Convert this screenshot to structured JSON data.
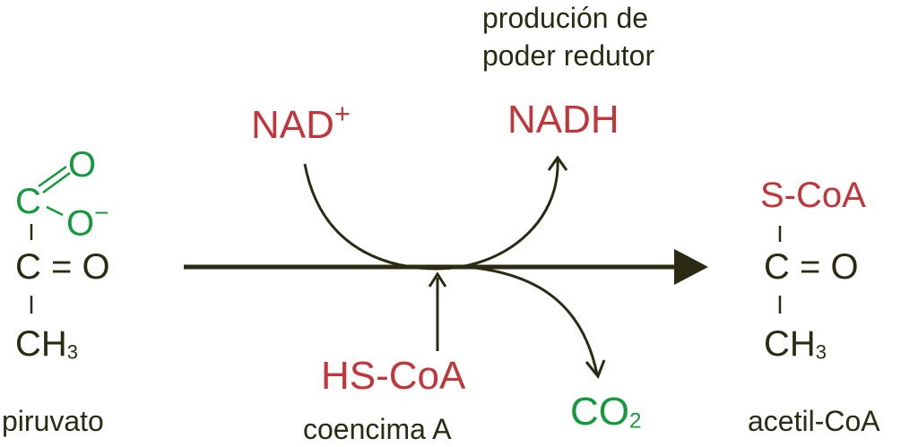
{
  "top_note_line1": "produción de",
  "top_note_line2": "poder redutor",
  "nad": "NAD",
  "nad_charge": "+",
  "nadh": "NADH",
  "hs_coa": "HS-CoA",
  "coenzyme_label": "coencima A",
  "co2": "CO",
  "co2_sub": "2",
  "pyruvate": {
    "o_top": "O",
    "c_carboxyl": "C",
    "o_minus": "O",
    "minus": "−",
    "carbonyl": "C = O",
    "ch": "CH",
    "sub3": "3",
    "name": "piruvato"
  },
  "acetyl": {
    "scoa": "S-CoA",
    "carbonyl": "C = O",
    "ch": "CH",
    "sub3": "3",
    "name": "acetil-CoA"
  },
  "colors": {
    "dark": "#2b2b14",
    "red": "#c0363b",
    "green": "#149a3d"
  }
}
